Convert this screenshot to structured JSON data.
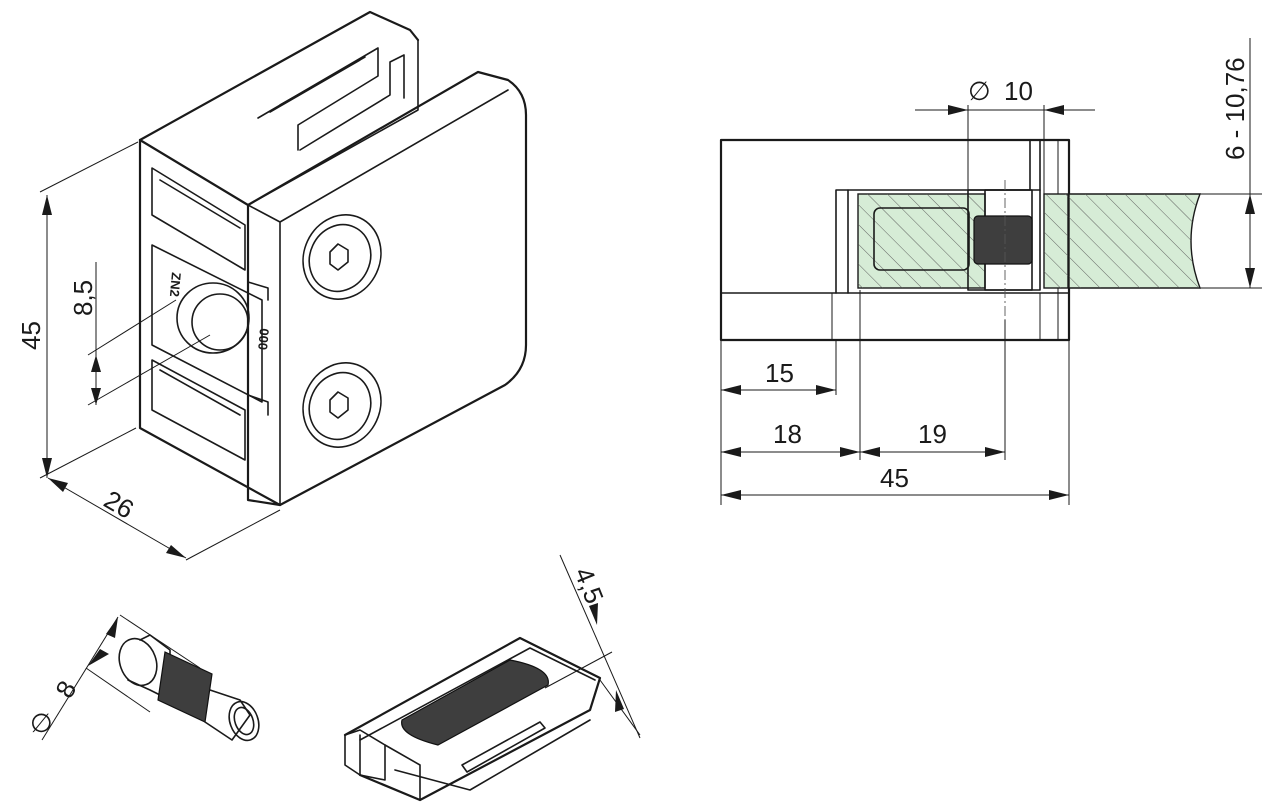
{
  "iso_view": {
    "dim_height": "45",
    "dim_hole": "8,5",
    "dim_depth": "26",
    "engraving": [
      "ZN2",
      "000"
    ]
  },
  "section_view": {
    "dim_pin_diameter": "10",
    "dim_glass_thickness": "6 - 10,76",
    "dim_15": "15",
    "dim_18": "18",
    "dim_19": "19",
    "dim_45": "45",
    "glass_color": "#d6ecd6"
  },
  "pin_view": {
    "dim_diameter": "8"
  },
  "pad_view": {
    "dim_thickness": "4,5"
  },
  "symbols": {
    "diameter": "∅"
  },
  "colors": {
    "line": "#1a1a1a",
    "rubber": "#3e3e3e",
    "glass": "#d6ecd6"
  }
}
